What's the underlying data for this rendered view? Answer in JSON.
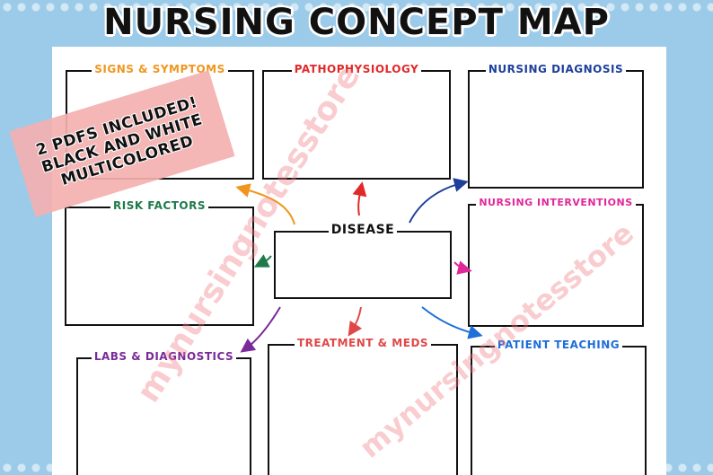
{
  "title": "NURSING CONCEPT MAP",
  "banner": {
    "lines": [
      "2 PDFS INCLUDED!",
      "BLACK AND WHITE",
      "MULTICOLORED"
    ]
  },
  "watermark": "mynursingnotesstore",
  "boxes": {
    "signs_symptoms": {
      "label": "SIGNS & SYMPTOMS",
      "color": "#f0961e"
    },
    "pathophysiology": {
      "label": "PATHOPHYSIOLOGY",
      "color": "#e02a2a"
    },
    "nursing_diagnosis": {
      "label": "NURSING DIAGNOSIS",
      "color": "#1e3f9a"
    },
    "risk_factors": {
      "label": "RISK FACTORS",
      "color": "#1f7a4a"
    },
    "disease": {
      "label": "DISEASE",
      "color": "#111111"
    },
    "nursing_interventions": {
      "label": "NURSING INTERVENTIONS",
      "color": "#e0289a"
    },
    "labs_diagnostics": {
      "label": "LABS & DIAGNOSTICS",
      "color": "#7a2a9a"
    },
    "treatment_meds": {
      "label": "TREATMENT & MEDS",
      "color": "#e04848"
    },
    "patient_teaching": {
      "label": "PATIENT TEACHING",
      "color": "#1e6fd8"
    }
  },
  "colors": {
    "background": "#9ccbe9",
    "sheet": "#ffffff",
    "banner": "#f4b0b0",
    "watermark": "#f07882"
  }
}
